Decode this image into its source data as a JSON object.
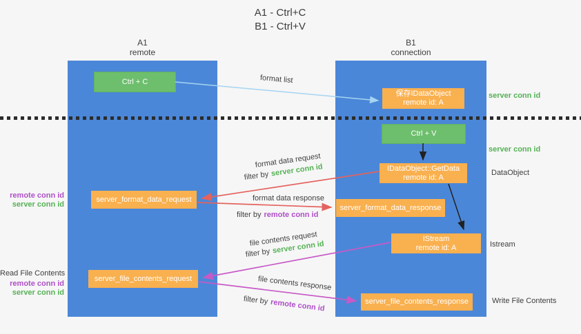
{
  "title": {
    "line1": "A1 - Ctrl+C",
    "line2": "B1 - Ctrl+V"
  },
  "lanes": {
    "left": {
      "name": "A1",
      "subtitle": "remote"
    },
    "right": {
      "name": "B1",
      "subtitle": "connection"
    }
  },
  "nodes": {
    "ctrl_c": {
      "label": "Ctrl + C"
    },
    "save_idataobject": {
      "line1": "保存IDataObject",
      "line2": "remote id: A"
    },
    "ctrl_v": {
      "label": "Ctrl + V"
    },
    "getdata": {
      "line1": "IDataObject::GetData",
      "line2": "remote id: A"
    },
    "format_request": {
      "label": "server_format_data_request"
    },
    "format_response": {
      "label": "server_format_data_response"
    },
    "istream": {
      "line1": "IStream",
      "line2": "remote id: A"
    },
    "file_request": {
      "label": "server_file_contents_request"
    },
    "file_response": {
      "label": "server_file_contents_response"
    }
  },
  "arrow_labels": {
    "format_list": "format list",
    "format_data_request": "format data request",
    "format_data_response": "format data response",
    "file_contents_request": "file contents request",
    "file_contents_response": "file contents response",
    "filter_by": "filter by",
    "server_conn_id": "server conn id",
    "remote_conn_id": "remote conn id"
  },
  "side_labels": {
    "server_conn_id_top": "server conn id",
    "server_conn_id_mid": "server conn id",
    "dataobject": "DataObject",
    "istream": "Istream",
    "write_file_contents": "Write File Contents",
    "read_file_contents": "Read File Contents",
    "format_remote_conn_id": "remote conn id",
    "format_server_conn_id": "server conn id",
    "file_remote_conn_id": "remote conn id",
    "file_server_conn_id": "server conn id"
  },
  "colors": {
    "lane_blue": "#4b87d8",
    "node_green": "#6dbe6d",
    "node_orange": "#f9b04f",
    "arrow_red": "#e4635e",
    "arrow_magenta": "#c75ac7",
    "arrow_light_blue": "#a5d4f2",
    "arrow_black": "#212121",
    "label_green": "#55b155",
    "label_purple": "#ae4fc8",
    "text_dark": "#3f3f3f"
  }
}
